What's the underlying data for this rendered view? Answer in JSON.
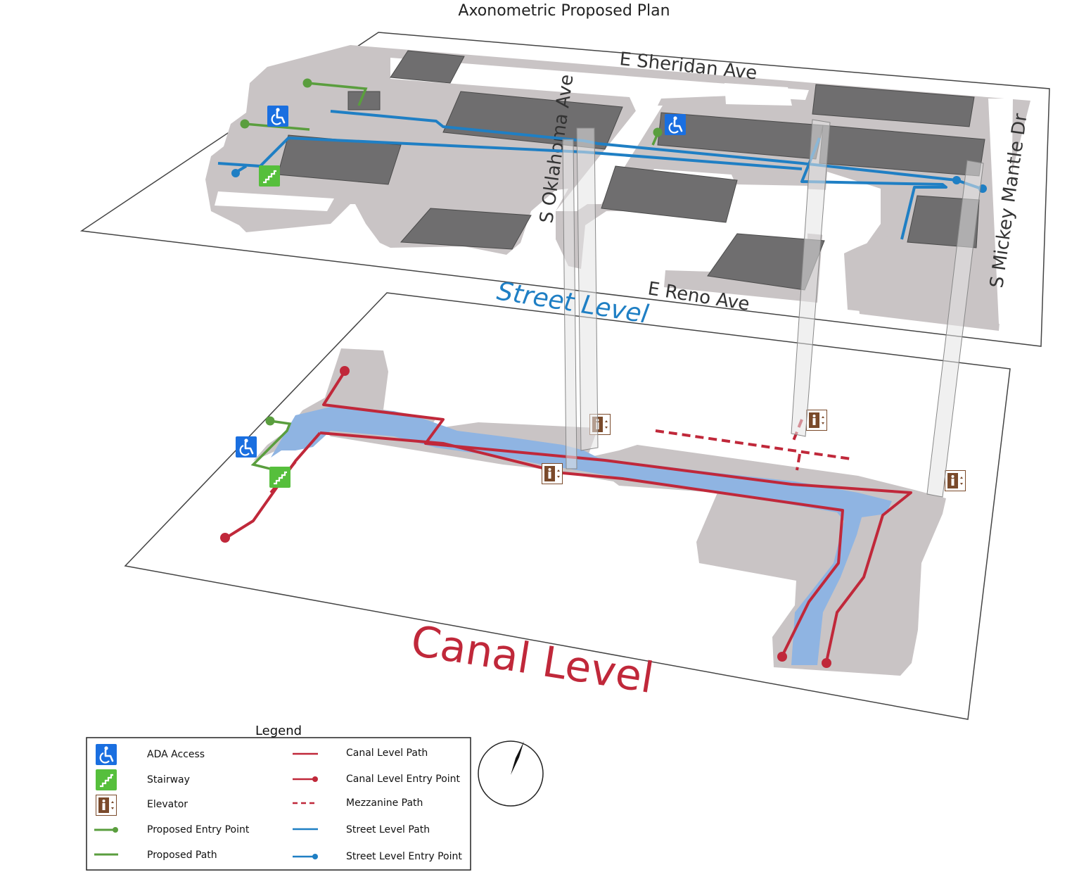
{
  "title": "Axonometric Proposed Plan",
  "streets": {
    "sheridan": "E Sheridan Ave",
    "oklahoma": "S Oklahoma Ave",
    "reno": "E Reno Ave",
    "mantle": "S Mickey Mantle Dr"
  },
  "levels": {
    "street": "Street Level",
    "canal": "Canal Level"
  },
  "colors": {
    "street_path": "#1f7fc4",
    "canal_path": "#c0283a",
    "proposed_path": "#5a9e3e",
    "building": "#6f6e6f",
    "ground": "#c9c4c5",
    "water": "#8fb4e2",
    "ada_icon": "#1a6fe0",
    "stair_icon": "#56bf3c",
    "elevator_icon": "#7a4a2b"
  },
  "legend": {
    "title": "Legend",
    "items": [
      {
        "label": "ADA Access",
        "icon": "ada-icon"
      },
      {
        "label": "Stairway",
        "icon": "stair-icon"
      },
      {
        "label": "Elevator",
        "icon": "elevator-icon"
      },
      {
        "label": "Proposed Entry Point",
        "icon": "proposed-entry-point-icon"
      },
      {
        "label": "Proposed Path",
        "icon": "proposed-path-icon"
      },
      {
        "label": "Canal Level Path",
        "icon": "canal-path-icon"
      },
      {
        "label": "Canal Level Entry Point",
        "icon": "canal-entry-point-icon"
      },
      {
        "label": "Mezzanine Path",
        "icon": "mezzanine-path-icon"
      },
      {
        "label": "Street Level Path",
        "icon": "street-path-icon"
      },
      {
        "label": "Street Level Entry Point",
        "icon": "street-entry-point-icon"
      }
    ]
  },
  "compass": {
    "icon": "north-arrow-icon"
  }
}
